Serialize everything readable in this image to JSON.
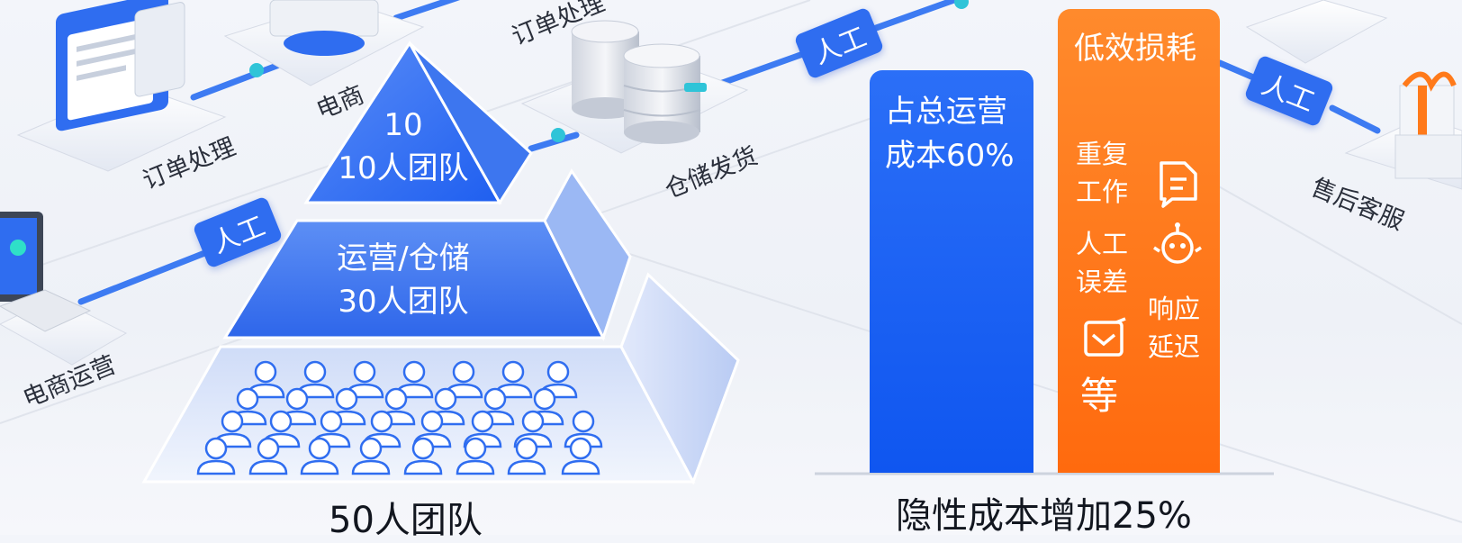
{
  "flow": {
    "nodes": {
      "order_processing": "订单处理",
      "order_processing_top": "订单处理",
      "ecommerce_top": "电商",
      "warehouse": "仓储发货",
      "after_sales": "售后客服",
      "ecommerce_ops": "电商运营"
    },
    "manual_tag": "人工"
  },
  "pyramid": {
    "top_line1": "10",
    "top_line2": "10人团队",
    "mid_line1": "运营/仓储",
    "mid_line2": "30人团队",
    "bottom_caption": "50人团队"
  },
  "bars": {
    "blue_label_line1": "占总运营",
    "blue_label_line2": "成本60%",
    "orange_title": "低效损耗",
    "orange_items": {
      "repeat_line1": "重复",
      "repeat_line2": "工作",
      "error_line1": "人工",
      "error_line2": "误差",
      "delay_line1": "响应",
      "delay_line2": "延迟",
      "etc": "等"
    },
    "caption": "隐性成本增加25%",
    "colors": {
      "blue": "#1a5ff3",
      "orange": "#ff7419"
    }
  },
  "icons": [
    "document-icon",
    "robot-icon",
    "envelope-icon",
    "person-icon",
    "database-icon",
    "monitor-icon",
    "browser-window-icon",
    "gift-box-icon"
  ]
}
